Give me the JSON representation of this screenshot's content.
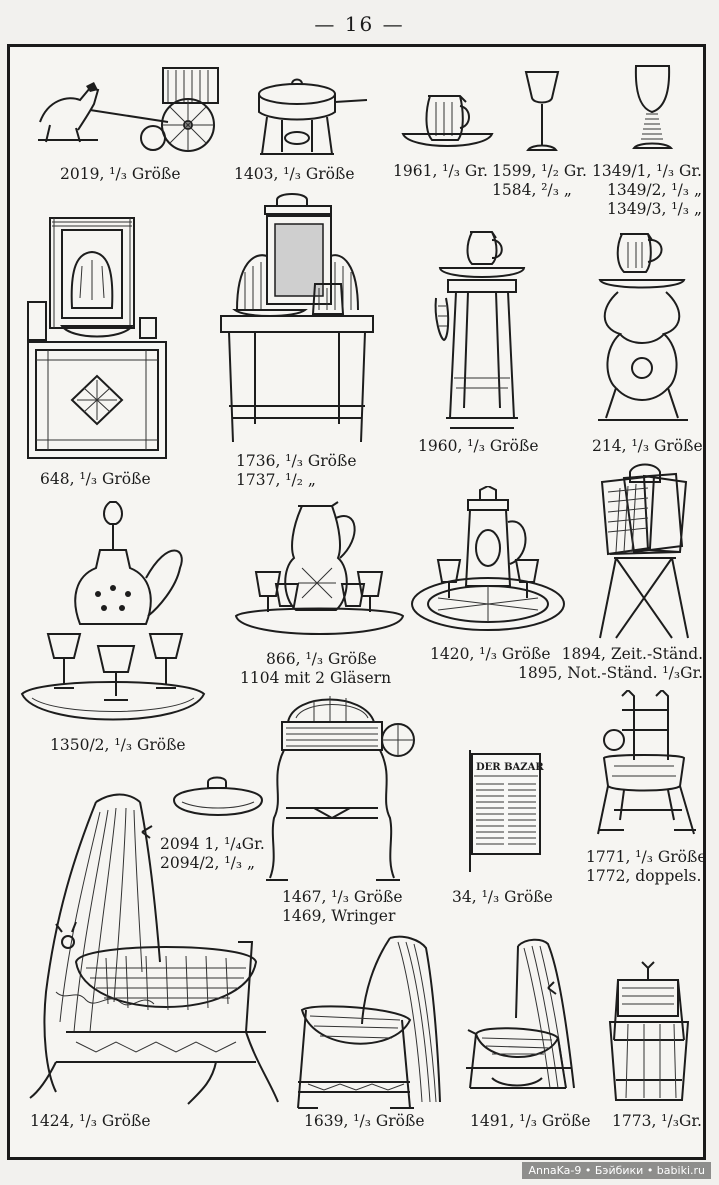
{
  "page_number": "— 16 —",
  "watermark": "AnnaKa-9 • Бэйбики • babiki.ru",
  "items": [
    {
      "id": "cart",
      "lines": [
        "2019, ¹/₃ Größe"
      ]
    },
    {
      "id": "chafing-dish",
      "lines": [
        "1403, ¹/₃ Größe"
      ]
    },
    {
      "id": "jug-basin",
      "lines": [
        "1961, ¹/₃ Gr."
      ]
    },
    {
      "id": "goblet",
      "lines": [
        "1599, ¹/₂ Gr.",
        "1584, ²/₃ „"
      ]
    },
    {
      "id": "wine-glass",
      "lines": [
        "1349/1, ¹/₃ Gr.",
        "1349/2, ¹/₃ „",
        "1349/3, ¹/₃ „"
      ]
    },
    {
      "id": "washstand-mirror",
      "lines": [
        "648, ¹/₃ Größe"
      ]
    },
    {
      "id": "vanity-table",
      "lines": [
        "1736, ¹/₃ Größe",
        "1737, ¹/₂ „"
      ]
    },
    {
      "id": "wash-column",
      "lines": [
        "1960, ¹/₃ Größe"
      ]
    },
    {
      "id": "iron-washstand",
      "lines": [
        "214, ¹/₃ Größe"
      ]
    },
    {
      "id": "liqueur-set",
      "lines": [
        "1350/2, ¹/₃ Größe"
      ]
    },
    {
      "id": "pitcher-set",
      "lines": [
        "866, ¹/₃ Größe",
        "1104 mit 2 Gläsern"
      ]
    },
    {
      "id": "beer-set",
      "lines": [
        "1420, ¹/₃ Größe"
      ]
    },
    {
      "id": "newspaper-stand",
      "lines": [
        "1894, Zeit.-Ständ.",
        "1895, Not.-Ständ. ¹/₃Gr."
      ]
    },
    {
      "id": "mangle",
      "lines": [
        "1467, ¹/₃ Größe",
        "1469, Wringer"
      ]
    },
    {
      "id": "bowl",
      "lines": [
        "2094 1, ¹/₄Gr.",
        "2094/2, ¹/₃ „"
      ]
    },
    {
      "id": "newspaper",
      "lines": [
        "34, ¹/₃ Größe"
      ],
      "paper_title": "DER BAZAR"
    },
    {
      "id": "washing-machine",
      "lines": [
        "1771, ¹/₃ Größe",
        "1772, doppels."
      ]
    },
    {
      "id": "large-cradle",
      "lines": [
        "1424, ¹/₃ Größe"
      ]
    },
    {
      "id": "cradle-1639",
      "lines": [
        "1639, ¹/₃ Größe"
      ]
    },
    {
      "id": "cradle-1491",
      "lines": [
        "1491, ¹/₃ Größe"
      ]
    },
    {
      "id": "bucket-wringer",
      "lines": [
        "1773, ¹/₃Gr."
      ]
    }
  ]
}
